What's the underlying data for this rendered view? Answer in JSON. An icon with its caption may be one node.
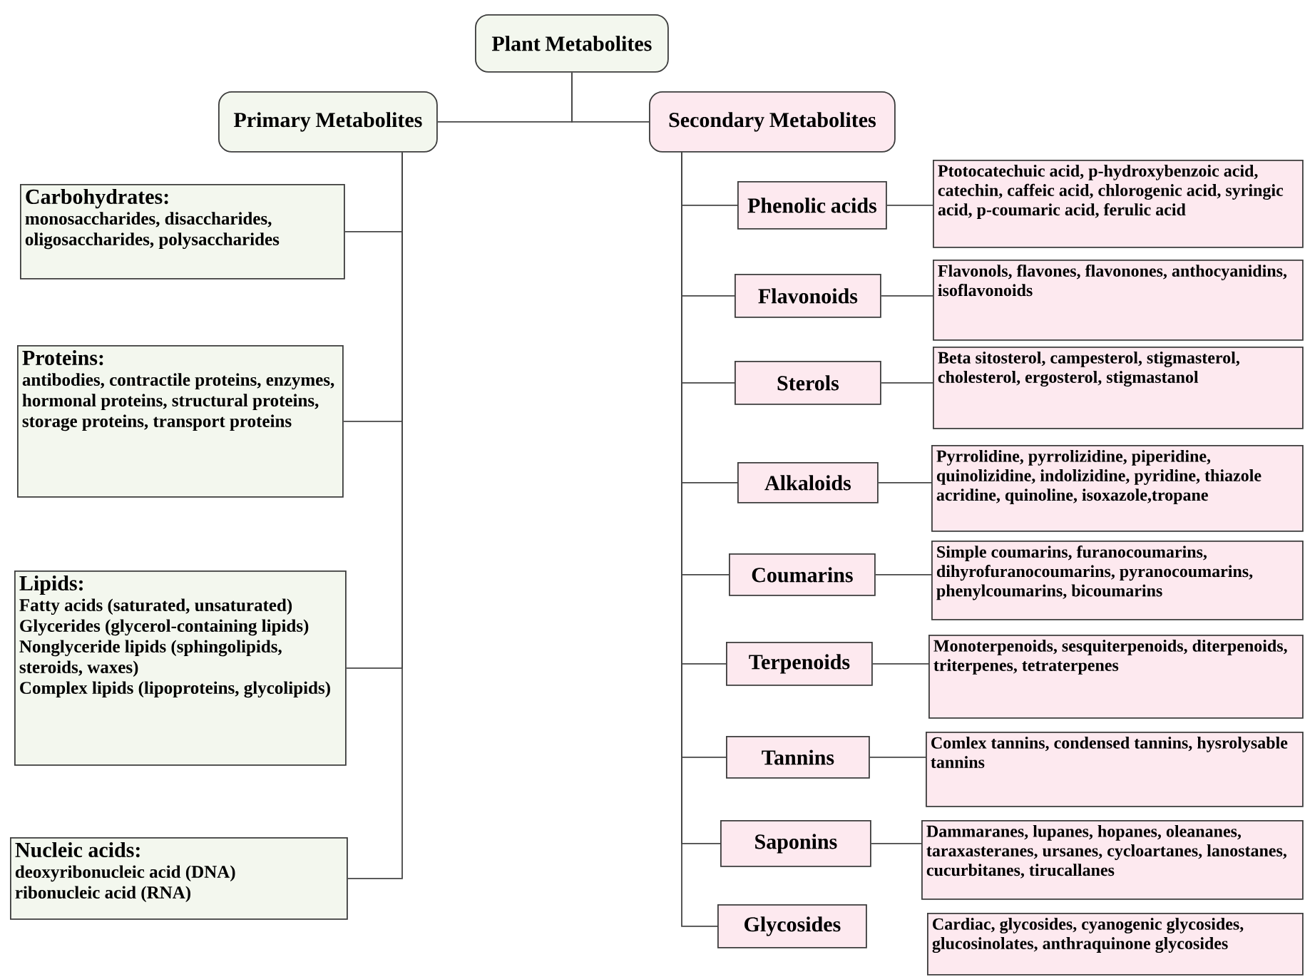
{
  "diagram": {
    "nodes": [
      {
        "text": [
          "Plant Metabolites"
        ]
      },
      {
        "text": [
          "Primary Metabolites"
        ]
      },
      {
        "text": [
          "Secondary Metabolites"
        ]
      },
      {
        "text": [
          "Carbohydrates:",
          "monosaccharides, disaccharides, oligosaccharides, polysaccharides"
        ]
      },
      {
        "text": [
          "Proteins:",
          "antibodies, contractile proteins, enzymes, hormonal proteins, structural proteins, storage proteins, transport proteins"
        ]
      },
      {
        "text": [
          "Lipids:",
          "Fatty acids (saturated, unsaturated)",
          "Glycerides (glycerol-containing lipids)",
          "Nonglyceride lipids (sphingolipids, steroids, waxes)",
          "Complex lipids (lipoproteins, glycolipids)"
        ]
      },
      {
        "text": [
          "Nucleic acids:",
          "deoxyribonucleic acid (DNA)",
          "ribonucleic acid (RNA)"
        ]
      },
      {
        "text": [
          "Phenolic acids"
        ]
      },
      {
        "text": [
          "Ptotocatechuic acid, p-hydroxybenzoic acid, catechin, caffeic acid, chlorogenic acid, syringic acid, p-coumaric acid, ferulic acid"
        ]
      },
      {
        "text": [
          "Flavonoids"
        ]
      },
      {
        "text": [
          "Flavonols, flavones, flavonones, anthocyanidins, isoflavonoids"
        ]
      },
      {
        "text": [
          "Sterols"
        ]
      },
      {
        "text": [
          "Beta sitosterol, campesterol, stigmasterol, cholesterol, ergosterol, stigmastanol"
        ]
      },
      {
        "text": [
          "Alkaloids"
        ]
      },
      {
        "text": [
          "Pyrrolidine, pyrrolizidine, piperidine, quinolizidine, indolizidine, pyridine, thiazole acridine, quinoline, isoxazole,tropane"
        ]
      },
      {
        "text": [
          "Coumarins"
        ]
      },
      {
        "text": [
          "Simple coumarins, furanocoumarins, dihyrofuranocoumarins, pyranocoumarins, phenylcoumarins, bicoumarins"
        ]
      },
      {
        "text": [
          "Terpenoids"
        ]
      },
      {
        "text": [
          "Monoterpenoids, sesquiterpenoids, diterpenoids, triterpenes, tetraterpenes"
        ]
      },
      {
        "text": [
          "Tannins"
        ]
      },
      {
        "text": [
          "Comlex tannins, condensed tannins, hysrolysable tannins"
        ]
      },
      {
        "text": [
          "Saponins"
        ]
      },
      {
        "text": [
          "Dammaranes, lupanes, hopanes, oleananes, taraxasteranes, ursanes, cycloartanes, lanostanes, cucurbitanes, tirucallanes"
        ]
      },
      {
        "text": [
          "Glycosides"
        ]
      },
      {
        "text": [
          "Cardiac, glycosides, cyanogenic glycosides, glucosinolates, anthraquinone glycosides"
        ]
      }
    ],
    "edges": [
      {
        "from": 0,
        "to": 1,
        "arrow": "none"
      },
      {
        "from": 0,
        "to": 2,
        "arrow": "none"
      },
      {
        "from": 1,
        "to": 3,
        "arrow": "none"
      },
      {
        "from": 1,
        "to": 4,
        "arrow": "none"
      },
      {
        "from": 1,
        "to": 5,
        "arrow": "none"
      },
      {
        "from": 1,
        "to": 6,
        "arrow": "none"
      },
      {
        "from": 2,
        "to": 7,
        "arrow": "none"
      },
      {
        "from": 2,
        "to": 9,
        "arrow": "none"
      },
      {
        "from": 2,
        "to": 11,
        "arrow": "none"
      },
      {
        "from": 2,
        "to": 13,
        "arrow": "none"
      },
      {
        "from": 2,
        "to": 15,
        "arrow": "none"
      },
      {
        "from": 2,
        "to": 17,
        "arrow": "none"
      },
      {
        "from": 2,
        "to": 19,
        "arrow": "none"
      },
      {
        "from": 2,
        "to": 21,
        "arrow": "none"
      },
      {
        "from": 2,
        "to": 23,
        "arrow": "none"
      },
      {
        "from": 7,
        "to": 8,
        "arrow": "none"
      },
      {
        "from": 9,
        "to": 10,
        "arrow": "none"
      },
      {
        "from": 11,
        "to": 12,
        "arrow": "none"
      },
      {
        "from": 13,
        "to": 14,
        "arrow": "none"
      },
      {
        "from": 15,
        "to": 16,
        "arrow": "none"
      },
      {
        "from": 17,
        "to": 18,
        "arrow": "none"
      },
      {
        "from": 19,
        "to": 20,
        "arrow": "none"
      },
      {
        "from": 21,
        "to": 22,
        "arrow": "none"
      }
    ]
  }
}
